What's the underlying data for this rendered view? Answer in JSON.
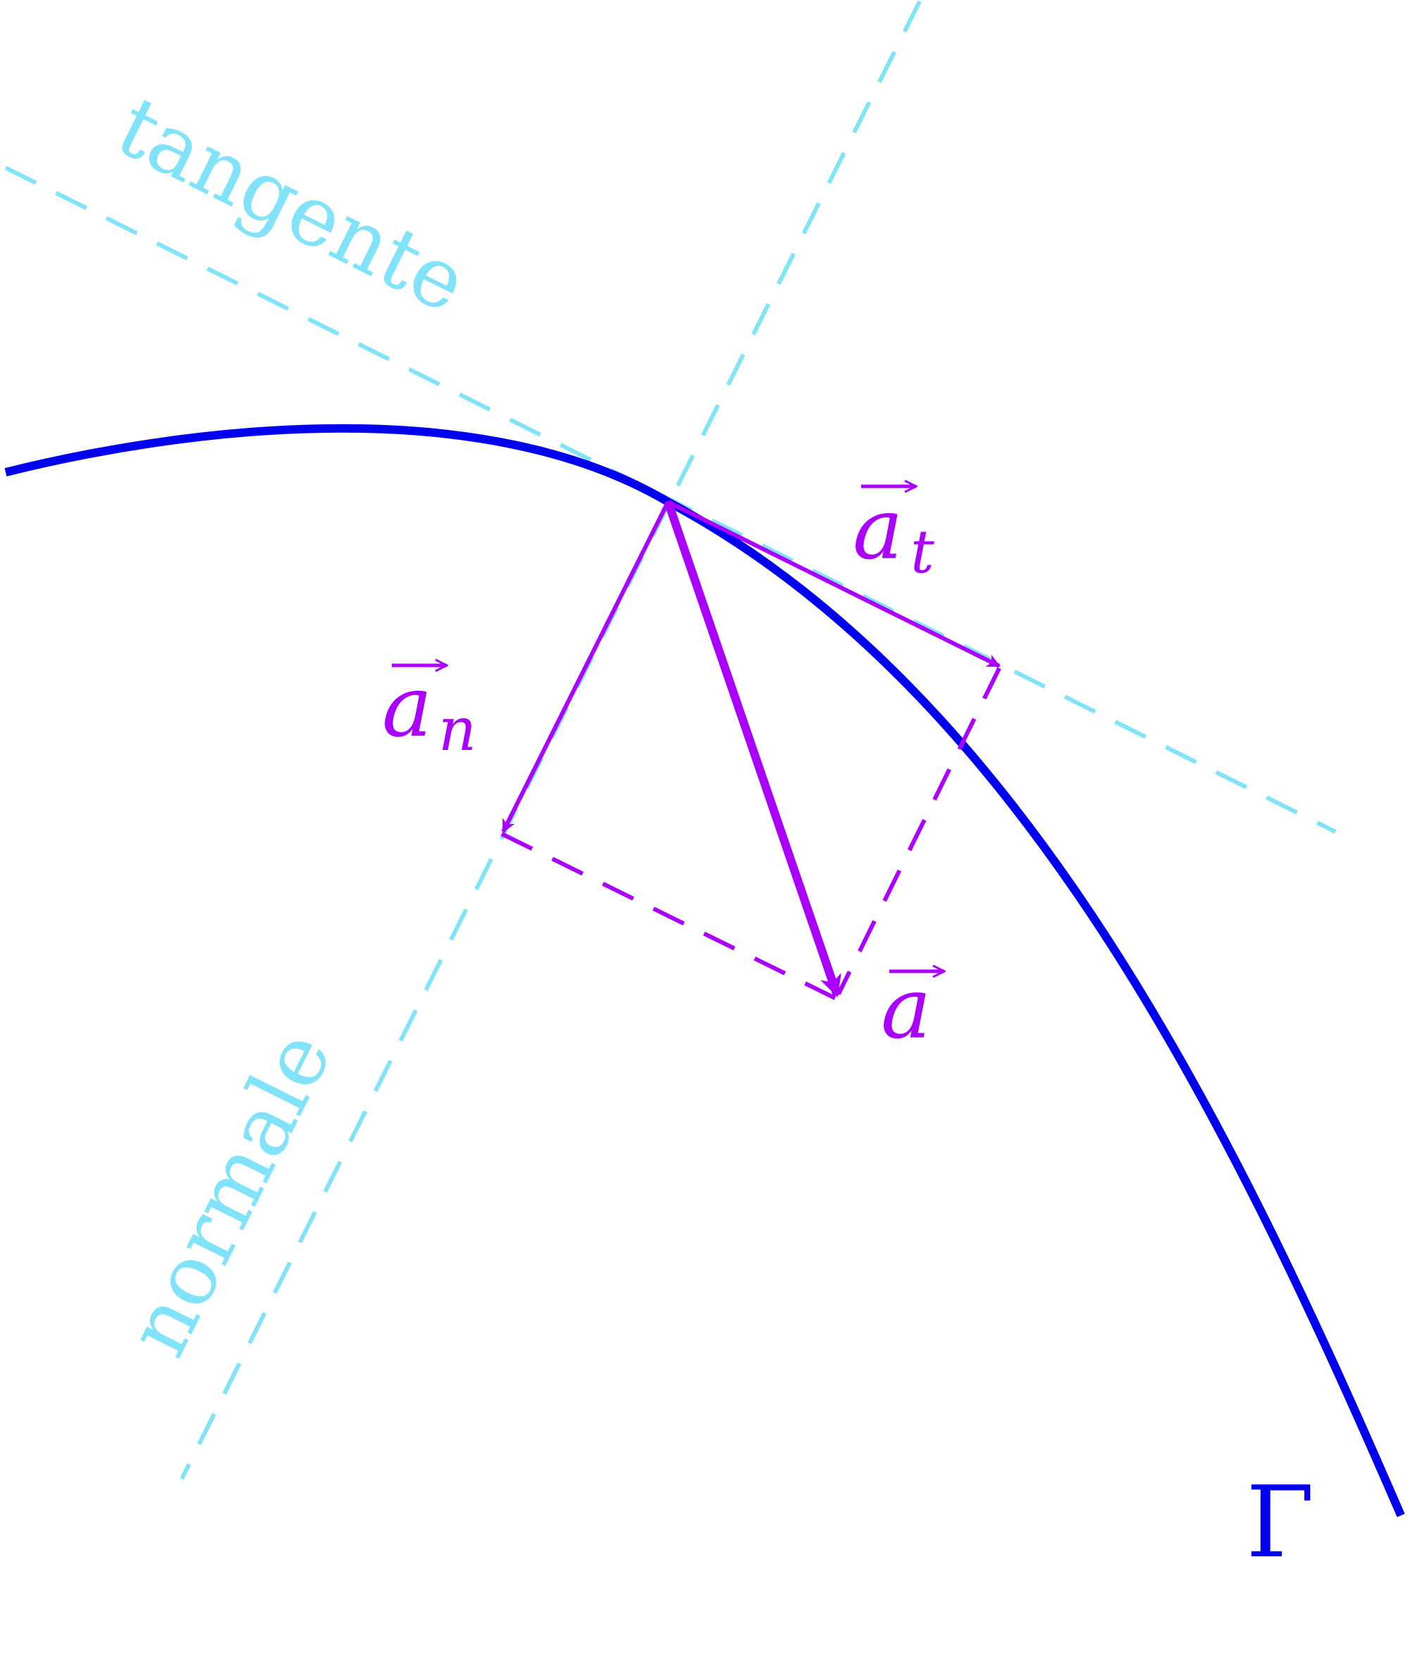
{
  "colors": {
    "curve": "#0000ee",
    "vectors": "#aa00ff",
    "guides": "#80e3fa",
    "background": "#ffffff"
  },
  "labels": {
    "tangent": "tangente",
    "normal": "normale",
    "a_t_base": "a",
    "a_t_sub": "t",
    "a_n_base": "a",
    "a_n_sub": "n",
    "a_base": "a",
    "curve": "Γ"
  }
}
